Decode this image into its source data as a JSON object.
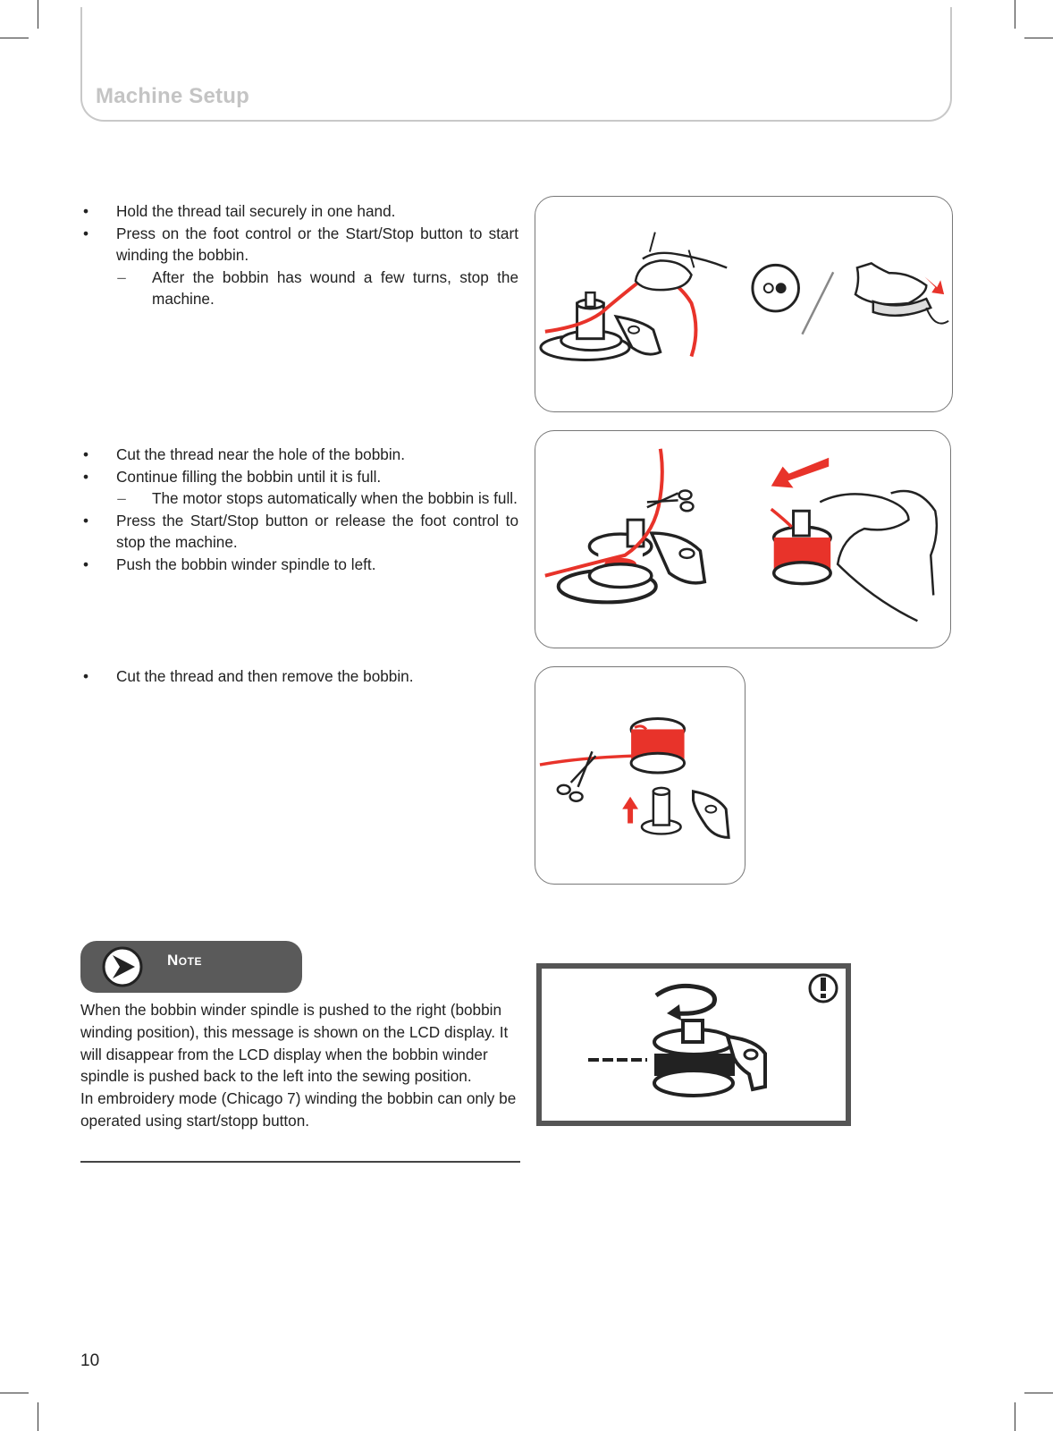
{
  "header": {
    "title": "Machine Setup"
  },
  "section1": {
    "items": [
      {
        "mark": "•",
        "text": "Hold the thread tail securely in one hand.",
        "level": 1
      },
      {
        "mark": "•",
        "text": "Press on the foot control or the Start/Stop button to start winding the bobbin.",
        "level": 1
      },
      {
        "mark": "–",
        "text": "After the bobbin has wound a few turns, stop the machine.",
        "level": 2
      }
    ]
  },
  "section2": {
    "items": [
      {
        "mark": "•",
        "text": "Cut the thread near the hole of the bobbin.",
        "level": 1
      },
      {
        "mark": "•",
        "text": "Continue filling the bobbin until it is full.",
        "level": 1
      },
      {
        "mark": "–",
        "text": "The motor stops automatically when the bobbin is full.",
        "level": 2
      },
      {
        "mark": "•",
        "text": "Press the Start/Stop button or release the foot control to stop the machine.",
        "level": 1
      },
      {
        "mark": "•",
        "text": "Push the bobbin winder spindle to left.",
        "level": 1
      }
    ]
  },
  "section3": {
    "items": [
      {
        "mark": "•",
        "text": "Cut the thread and then remove the bobbin.",
        "level": 1
      }
    ]
  },
  "note": {
    "label": "Note",
    "lines": [
      "When the bobbin winder spindle is pushed to the right (bobbin winding position), this message is shown on the LCD display. It will disappear from the LCD display when the bobbin winder spindle is pushed back to the left into the sewing position.",
      "In embroidery mode (Chicago 7) winding the bobbin can only be operated using start/stopp button."
    ]
  },
  "page_number": "10",
  "colors": {
    "thread": "#e8332a",
    "header_text": "#c4c4c4",
    "note_bar": "#5a5a5a",
    "lcd_frame": "#555555"
  },
  "icons": [
    "start-stop-button-icon",
    "foot-control-icon",
    "scissors-icon",
    "arrow-icon",
    "warning-icon",
    "rotate-arrow-icon",
    "note-arrow-icon"
  ]
}
